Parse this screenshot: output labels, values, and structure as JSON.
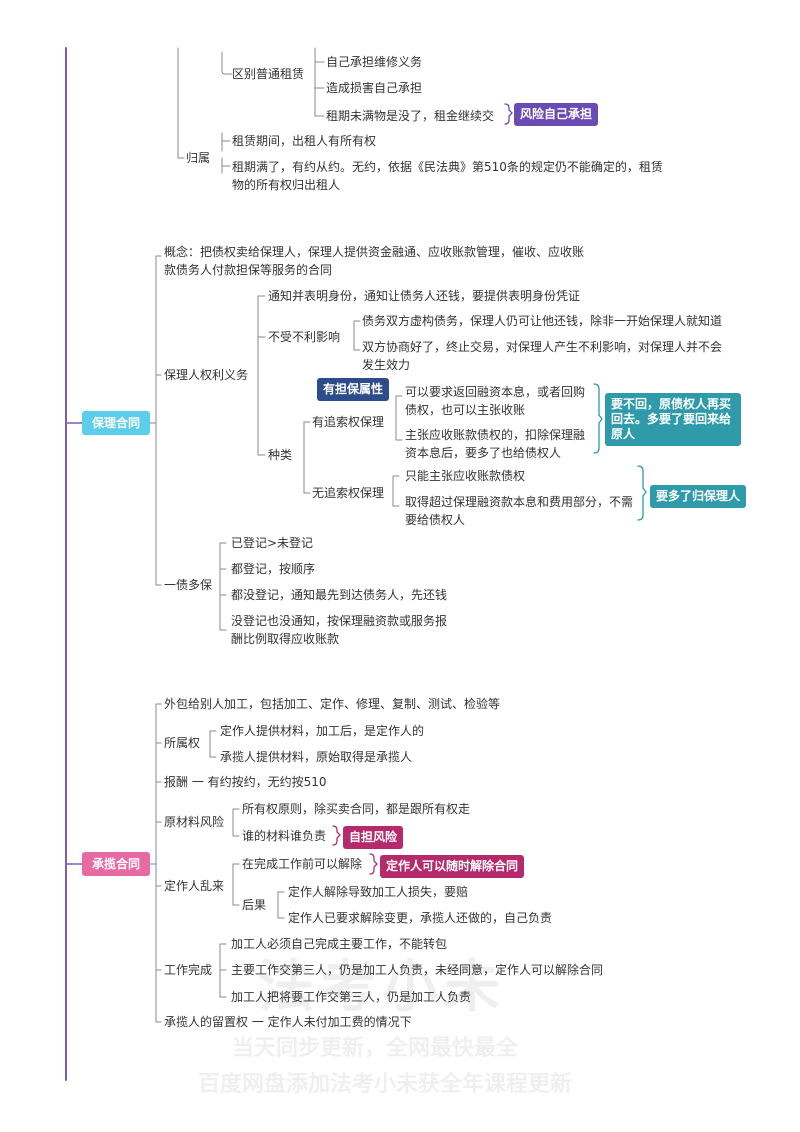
{
  "main_nodes": {
    "factoring": "保理合同",
    "work": "承揽合同"
  },
  "lease": {
    "distinguish_label": "区别普通租赁",
    "distinguish_items": [
      "自己承担维修义务",
      "造成损害自己承担",
      "租期未满物是没了，租金继续交"
    ],
    "risk_badge": "风险自己承担",
    "ownership_label": "归属",
    "ownership_items": [
      "租赁期间，出租人有所有权",
      "租期满了，有约从约。无约，依据《民法典》第510条的规定仍不能确定的，租赁物的所有权归出租人"
    ]
  },
  "factoring": {
    "concept": "概念：把债权卖给保理人，保理人提供资金融通、应收账款管理，催收、应收账款债务人付款担保等服务的合同",
    "rights_label": "保理人权利义务",
    "notify": "通知并表明身份，通知让债务人还钱，要提供表明身份凭证",
    "unaffected_label": "不受不利影响",
    "unaffected_items": [
      "债务双方虚构债务，保理人仍可让他还钱，除非一开始保理人就知道",
      "双方协商好了，终止交易，对保理人产生不利影响，对保理人并不会发生效力"
    ],
    "kinds_label": "种类",
    "recourse_label": "有追索权保理",
    "guarantee_tag": "有担保属性",
    "recourse_items": [
      "可以要求返回融资本息，或者回购债权，也可以主张收账",
      "主张应收账款债权的，扣除保理融资本息后，要多了也给债权人"
    ],
    "recourse_note": "要不回，原债权人再买回去。多要了要回来给原人",
    "nonrecourse_label": "无追索权保理",
    "nonrecourse_items": [
      "只能主张应收账款债权",
      "取得超过保理融资款本息和费用部分，不需要给债权人"
    ],
    "nonrecourse_note": "要多了归保理人",
    "multi_label": "一债多保",
    "multi_items": [
      "已登记>未登记",
      "都登记，按顺序",
      "都没登记，通知最先到达债务人，先还钱",
      "没登记也没通知，按保理融资款或服务报酬比例取得应收账款"
    ]
  },
  "work": {
    "outsource": "外包给别人加工，包括加工、定作、修理、复制、测试、检验等",
    "ownership_label": "所属权",
    "ownership_items": [
      "定作人提供材料，加工后，是定作人的",
      "承揽人提供材料，原始取得是承揽人"
    ],
    "pay": "报酬 一 有约按约，无约按510",
    "material_label": "原材料风险",
    "material_items": [
      "所有权原则，除买卖合同，都是跟所有权走",
      "谁的材料谁负责"
    ],
    "self_risk": "自担风险",
    "chaos_label": "定作人乱来",
    "before_done": "在完成工作前可以解除",
    "anytime_badge": "定作人可以随时解除合同",
    "result_label": "后果",
    "result_items": [
      "定作人解除导致加工人损失，要赔",
      "定作人已要求解除变更，承揽人还做的，自己负责"
    ],
    "complete_label": "工作完成",
    "complete_items": [
      "加工人必须自己完成主要工作，不能转包",
      "主要工作交第三人，仍是加工人负责，未经同意，定作人可以解除合同",
      "加工人把将要工作交第三人，仍是加工人负责"
    ],
    "lien": "承揽人的留置权 一 定作人未付加工费的情况下"
  },
  "watermark": {
    "line1": "法考小未",
    "line2": "当天同步更新，全网最快最全",
    "line3": "百度网盘添加法考小未获全年课程更新"
  },
  "colors": {
    "trunk": "#7c5cbf",
    "factoring": "#5ccdea",
    "work": "#e86aa3",
    "purple_badge": "#6a4bb3",
    "navy_badge": "#2d4d8a",
    "teal_badge": "#2e9aaa",
    "crimson_badge": "#b52a6b",
    "line": "#8a8a8a"
  }
}
